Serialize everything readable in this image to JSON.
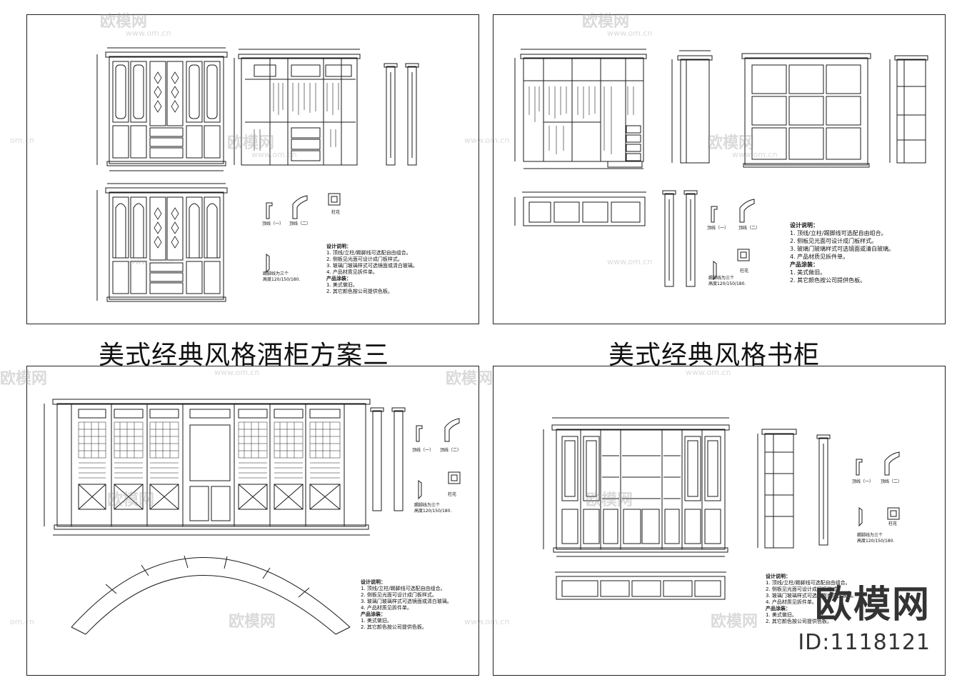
{
  "titles": {
    "left": "美式经典风格酒柜方案三",
    "right": "美式经典风格书柜"
  },
  "watermark": {
    "text": "欧模网",
    "url": "www.om.cn",
    "url_short": "om.cn"
  },
  "brand": {
    "name": "欧模网",
    "id": "ID:1118121"
  },
  "labels": {
    "top_line_1": "顶线（一）",
    "top_line_2": "顶线（二）",
    "column_flower": "柱花",
    "baseboard_1": "踢脚线为三个",
    "baseboard_2": "高度120/150/180."
  },
  "notes": {
    "design_title": "设计说明：",
    "design_items": [
      "1.    顶线/立柱/踢脚线可选配自由组合。",
      "2.    侧板见光面可设计成门板样式。",
      "3.    玻璃门玻璃样式可选镜面或清白玻璃。",
      "4.    产品材质见拆件单。"
    ],
    "paint_title": "产品涂装：",
    "paint_items": [
      "1.    美式做旧。",
      "2.    其它颜色按公司提供色板。"
    ]
  },
  "colors": {
    "line": "#1a1a1a",
    "watermark": "#9a9a9a",
    "sheet_border": "#222222"
  }
}
